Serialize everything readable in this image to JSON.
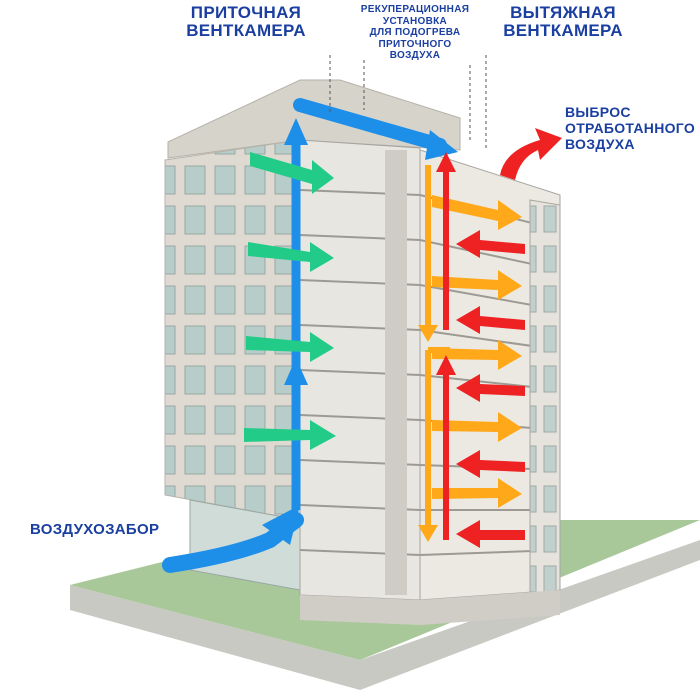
{
  "labels": {
    "supply_chamber": [
      "ПРИТОЧНАЯ",
      "ВЕНТКАМЕРА"
    ],
    "exhaust_chamber": [
      "ВЫТЯЖНАЯ",
      "ВЕНТКАМЕРА"
    ],
    "recuperation_unit": [
      "РЕКУПЕРАЦИОННАЯ",
      "УСТАНОВКА",
      "ДЛЯ ПОДОГРЕВА",
      "ПРИТОЧНОГО ВОЗДУХА"
    ],
    "exhaust_release": [
      "ВЫБРОС",
      "ОТРАБОТАННОГО",
      "ВОЗДУХА"
    ],
    "air_intake": "ВОЗДУХОЗАБОР"
  },
  "colors": {
    "supply_air": "#1e8fe8",
    "fresh_air": "#22cc88",
    "return_air": "#ffa81a",
    "exhaust_air": "#ee2222",
    "label_text": "#1a3fa0",
    "ground": "#a9c89a",
    "facade": "#dedad2",
    "window": "#b6cdc9",
    "section": "#e8e6e1"
  },
  "icons": {
    "green_arrow": "arrow-right-icon",
    "orange_arrow": "arrow-right-icon",
    "red_arrow": "arrow-left-icon",
    "blue_arrow": "arrow-up-icon"
  }
}
